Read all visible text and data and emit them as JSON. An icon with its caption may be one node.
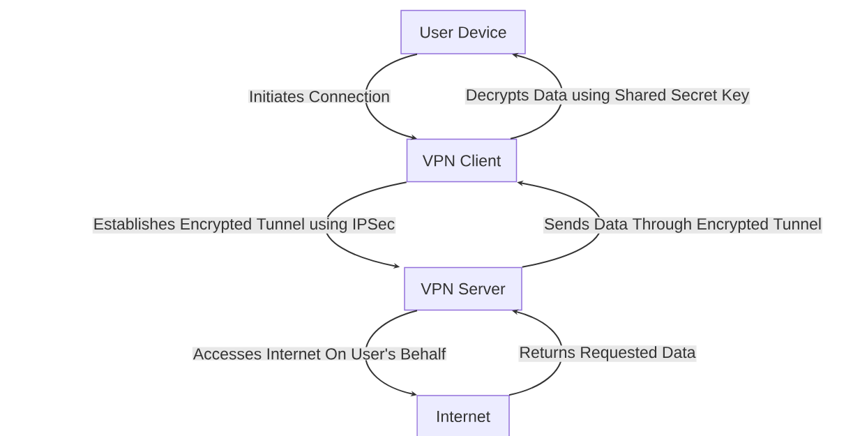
{
  "diagram": {
    "nodes": [
      {
        "text": [
          "User Device"
        ]
      },
      {
        "text": [
          "VPN Client"
        ]
      },
      {
        "text": [
          "VPN Server"
        ]
      },
      {
        "text": [
          "Internet"
        ]
      }
    ],
    "edges": [
      {
        "from": 0,
        "to": 1,
        "arrow": "to",
        "label": "Initiates Connection"
      },
      {
        "from": 1,
        "to": 0,
        "arrow": "to",
        "label": "Decrypts Data using Shared Secret Key"
      },
      {
        "from": 1,
        "to": 2,
        "arrow": "to",
        "label": "Establishes Encrypted Tunnel using IPSec"
      },
      {
        "from": 2,
        "to": 1,
        "arrow": "to",
        "label": "Sends Data Through Encrypted Tunnel"
      },
      {
        "from": 2,
        "to": 3,
        "arrow": "to",
        "label": "Accesses Internet On User's Behalf"
      },
      {
        "from": 3,
        "to": 2,
        "arrow": "to",
        "label": "Returns Requested Data"
      }
    ]
  }
}
